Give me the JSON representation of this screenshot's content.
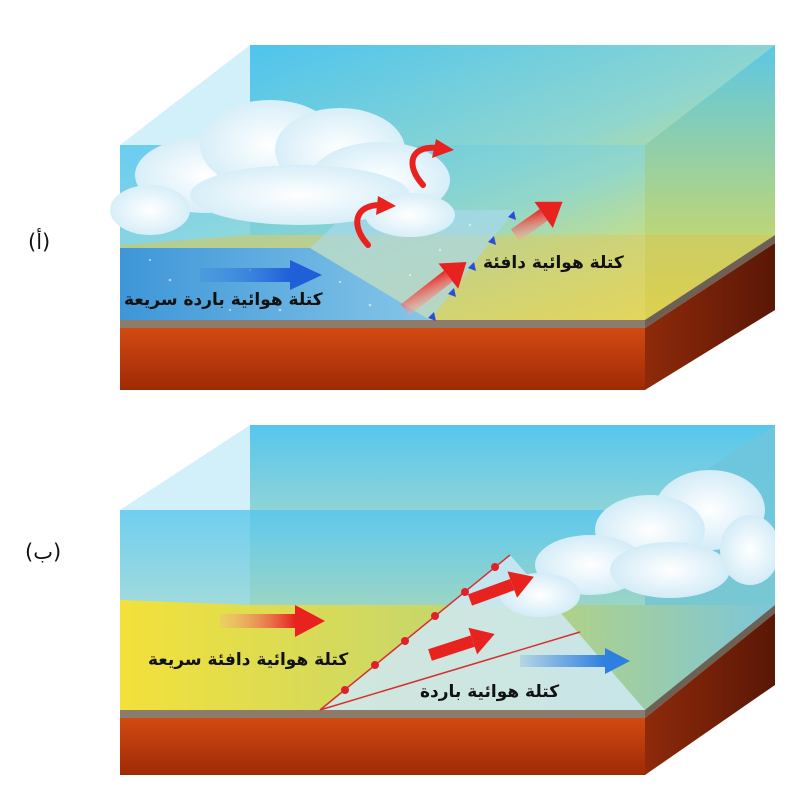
{
  "diagram": {
    "panel_a": {
      "tag": "(أ)",
      "cold_air_label": "كتلة هوائية باردة سريعة",
      "warm_air_label": "كتلة هوائية دافئة"
    },
    "panel_b": {
      "tag": "(ب)",
      "warm_air_label": "كتلة هوائية دافئة سريعة",
      "cold_air_label": "كتلة هوائية باردة"
    }
  },
  "colors": {
    "sky_top": "#5bc8ee",
    "sky_warm": "#f2e24a",
    "ground_top": "#8a7a6a",
    "earth": "#b8340a",
    "cold_front_mark": "#2a4fd6",
    "warm_front_mark": "#e0202a",
    "arrow_warm": "#e8231f",
    "arrow_cold": "#2f7fe0"
  }
}
